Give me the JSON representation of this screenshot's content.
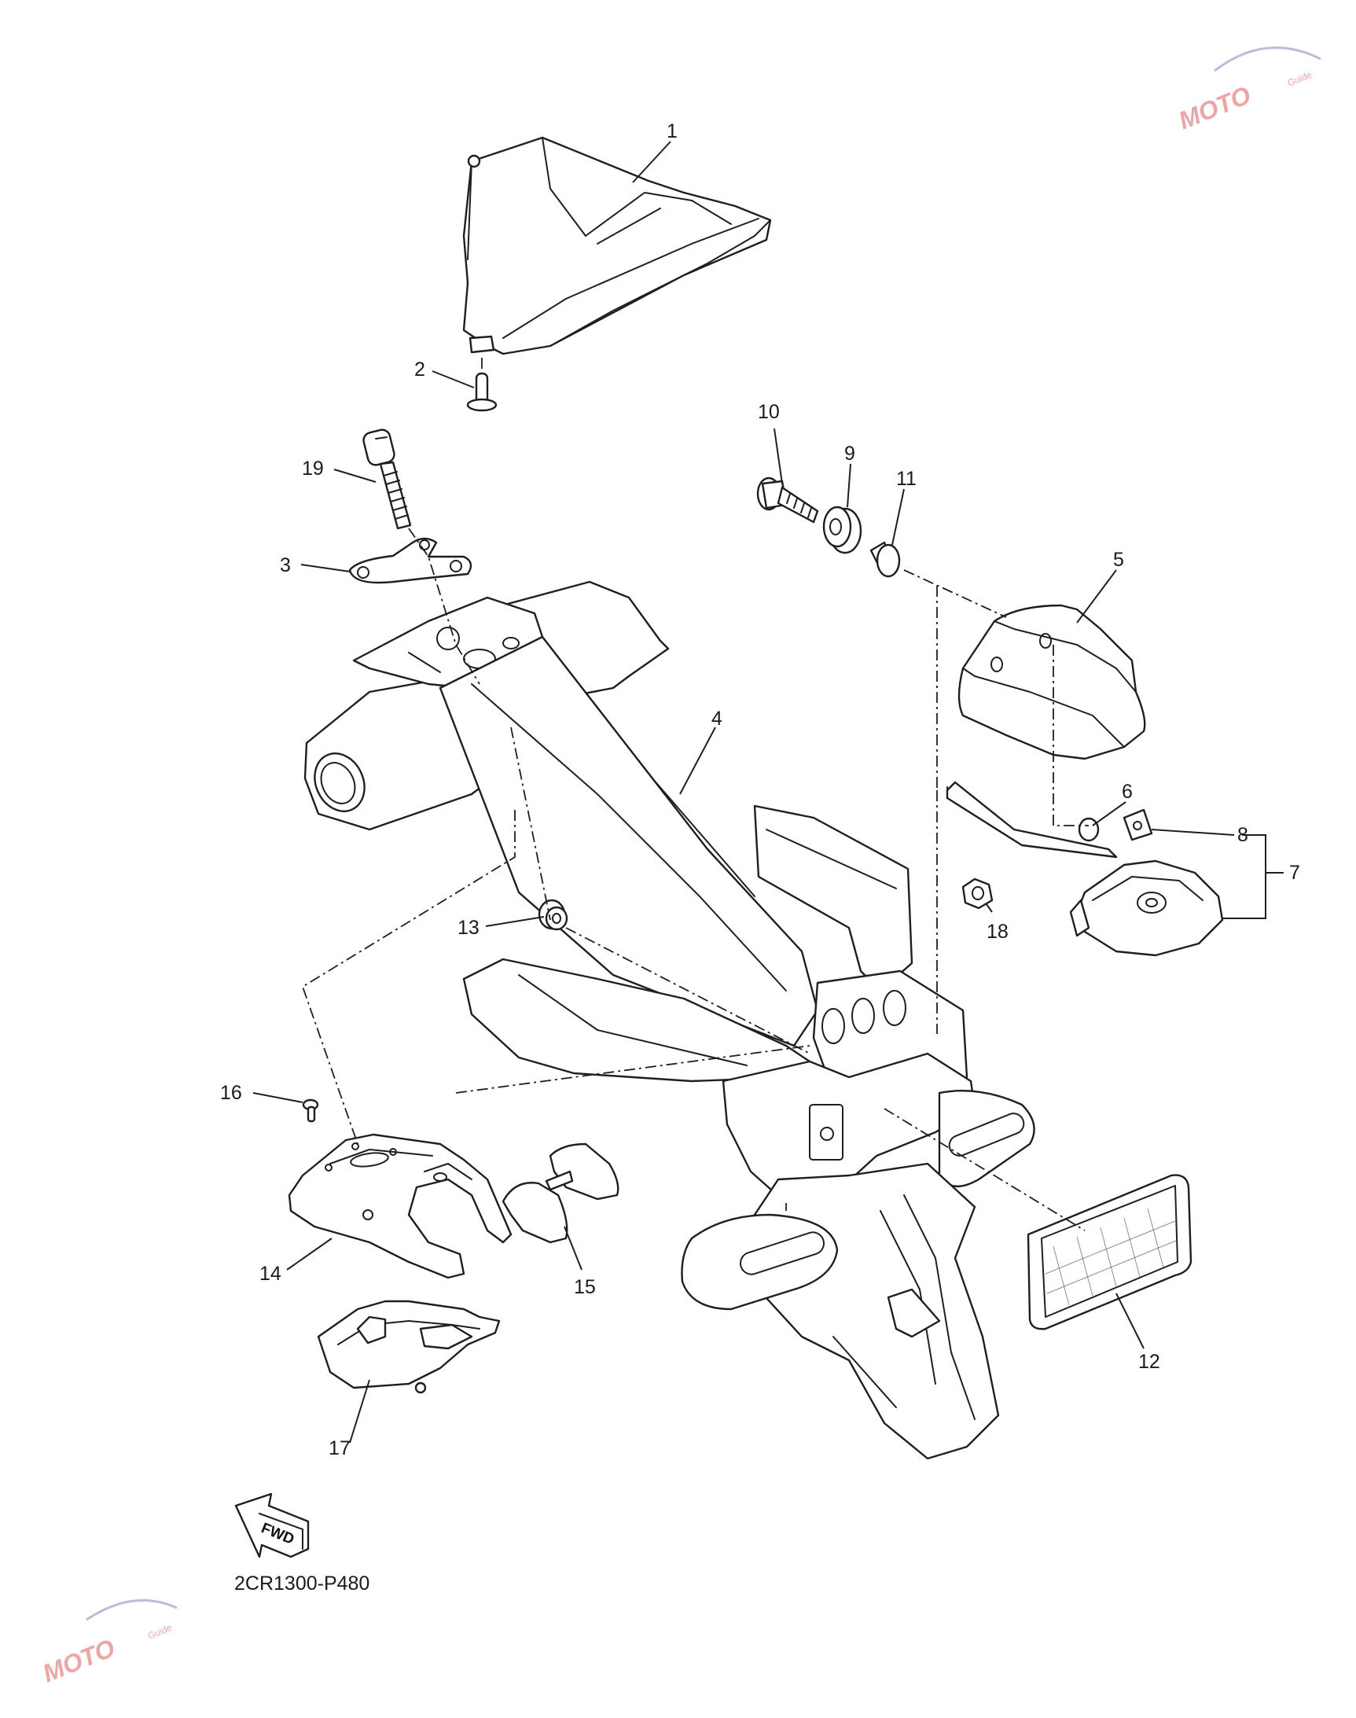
{
  "diagram": {
    "code": "2CR1300-P480",
    "fwd_label": "FWD",
    "callouts": [
      {
        "id": "c1",
        "label": "1"
      },
      {
        "id": "c2",
        "label": "2"
      },
      {
        "id": "c3",
        "label": "3"
      },
      {
        "id": "c4",
        "label": "4"
      },
      {
        "id": "c5",
        "label": "5"
      },
      {
        "id": "c6",
        "label": "6"
      },
      {
        "id": "c7",
        "label": "7"
      },
      {
        "id": "c8",
        "label": "8"
      },
      {
        "id": "c9",
        "label": "9"
      },
      {
        "id": "c10",
        "label": "10"
      },
      {
        "id": "c11",
        "label": "11"
      },
      {
        "id": "c12",
        "label": "12"
      },
      {
        "id": "c13",
        "label": "13"
      },
      {
        "id": "c14",
        "label": "14"
      },
      {
        "id": "c15",
        "label": "15"
      },
      {
        "id": "c16",
        "label": "16"
      },
      {
        "id": "c17",
        "label": "17"
      },
      {
        "id": "c18",
        "label": "18"
      },
      {
        "id": "c19",
        "label": "19"
      }
    ]
  },
  "watermark": {
    "brand": "MOTO",
    "sub": "Guide"
  },
  "colors": {
    "line": "#1f1f1f",
    "watermark": "#e58a8a"
  }
}
